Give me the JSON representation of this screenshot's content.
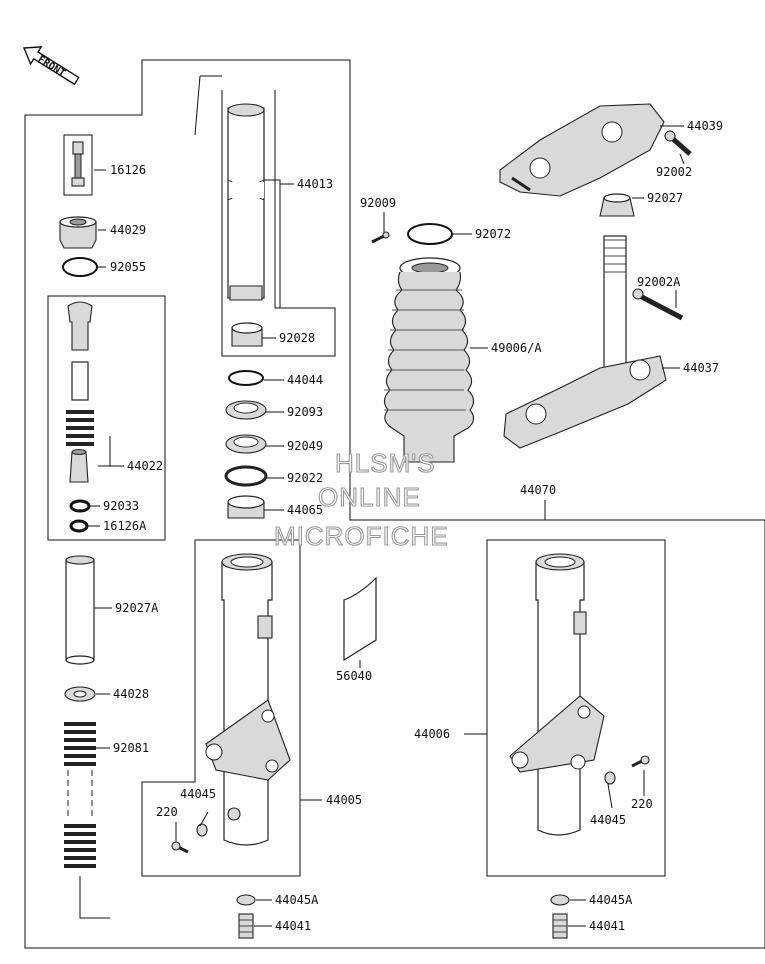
{
  "front_arrow": {
    "label": "FRONT"
  },
  "watermark": {
    "line1": "HLSM'S",
    "line2": "ONLINE",
    "line3": "MICROFICHE"
  },
  "parts": {
    "p16126": "16126",
    "p44029": "44029",
    "p92055": "92055",
    "p44022": "44022",
    "p92033": "92033",
    "p16126A": "16126A",
    "p92027A": "92027A",
    "p44028": "44028",
    "p92081": "92081",
    "p44013": "44013",
    "p92028": "92028",
    "p44044": "44044",
    "p92093": "92093",
    "p92049": "92049",
    "p92022": "92022",
    "p44065": "44065",
    "p92009": "92009",
    "p92072": "92072",
    "p49006A": "49006/A",
    "p44039": "44039",
    "p92002": "92002",
    "p92027": "92027",
    "p92002A": "92002A",
    "p44037": "44037",
    "p44070": "44070",
    "p56040": "56040",
    "p44005": "44005",
    "p44045_left": "44045",
    "p220_left": "220",
    "p44006": "44006",
    "p220_right": "220",
    "p44045_right": "44045",
    "p44045A_left": "44045A",
    "p44041_left": "44041",
    "p44045A_right": "44045A",
    "p44041_right": "44041"
  }
}
